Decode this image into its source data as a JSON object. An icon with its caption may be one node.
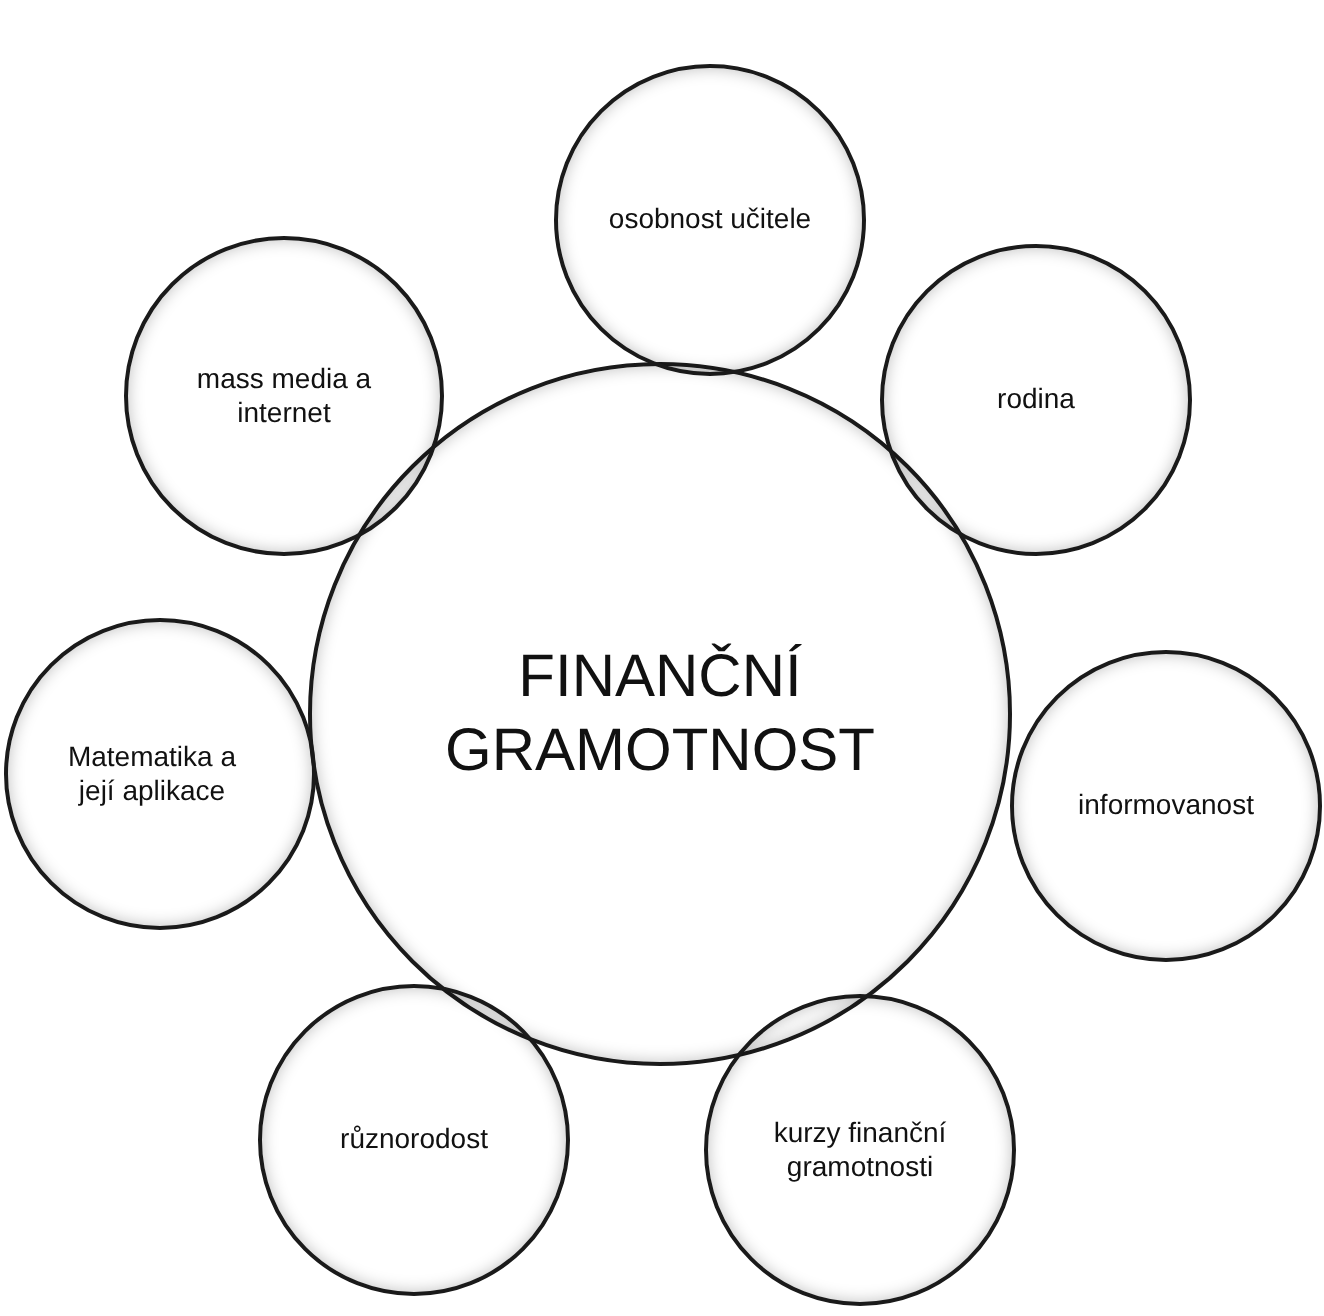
{
  "diagram": {
    "nodes": [
      {
        "text": [
          "FINANČNÍ GRAMOTNOST"
        ]
      },
      {
        "text": [
          "osobnost učitele"
        ]
      },
      {
        "text": [
          "mass media a internet"
        ]
      },
      {
        "text": [
          "rodina"
        ]
      },
      {
        "text": [
          "Matematika a její aplikace"
        ]
      },
      {
        "text": [
          "informovanost"
        ]
      },
      {
        "text": [
          "různorodost"
        ]
      },
      {
        "text": [
          "kurzy finanční gramotnosti"
        ]
      }
    ],
    "edges": []
  }
}
